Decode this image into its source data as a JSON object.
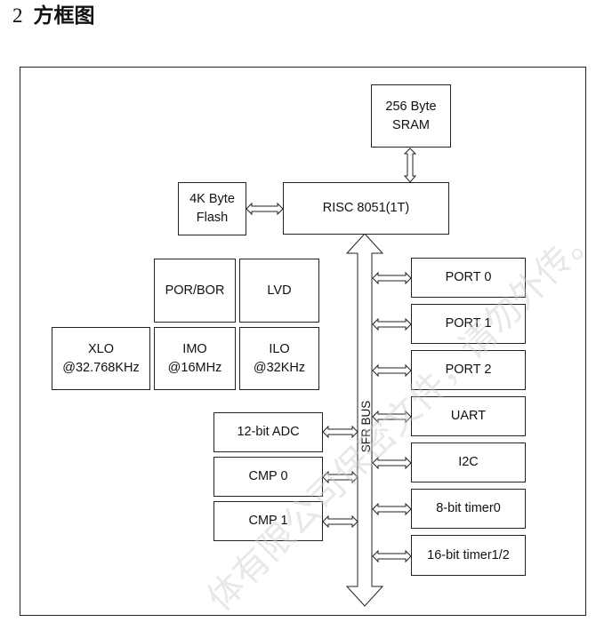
{
  "section": {
    "number": "2",
    "title": "方框图"
  },
  "blocks": {
    "sram": {
      "line1": "256 Byte",
      "line2": "SRAM"
    },
    "flash": {
      "line1": "4K Byte",
      "line2": "Flash"
    },
    "cpu": {
      "label": "RISC 8051(1T)"
    },
    "por_bor": {
      "label": "POR/BOR"
    },
    "lvd": {
      "label": "LVD"
    },
    "xlo": {
      "line1": "XLO",
      "line2": "@32.768KHz"
    },
    "imo": {
      "line1": "IMO",
      "line2": "@16MHz"
    },
    "ilo": {
      "line1": "ILO",
      "line2": "@32KHz"
    },
    "adc": {
      "label": "12-bit ADC"
    },
    "cmp0": {
      "label": "CMP 0"
    },
    "cmp1": {
      "label": "CMP 1"
    },
    "port0": {
      "label": "PORT 0"
    },
    "port1": {
      "label": "PORT 1"
    },
    "port2": {
      "label": "PORT 2"
    },
    "uart": {
      "label": "UART"
    },
    "i2c": {
      "label": "I2C"
    },
    "timer0": {
      "label": "8-bit timer0"
    },
    "timer12": {
      "label": "16-bit timer1/2"
    }
  },
  "bus": {
    "label": "SFR BUS"
  },
  "watermark": {
    "text": "体有限公司保密文件，请勿外传。"
  },
  "colors": {
    "line": "#222222",
    "background": "#ffffff",
    "watermark": "#cccccc"
  }
}
